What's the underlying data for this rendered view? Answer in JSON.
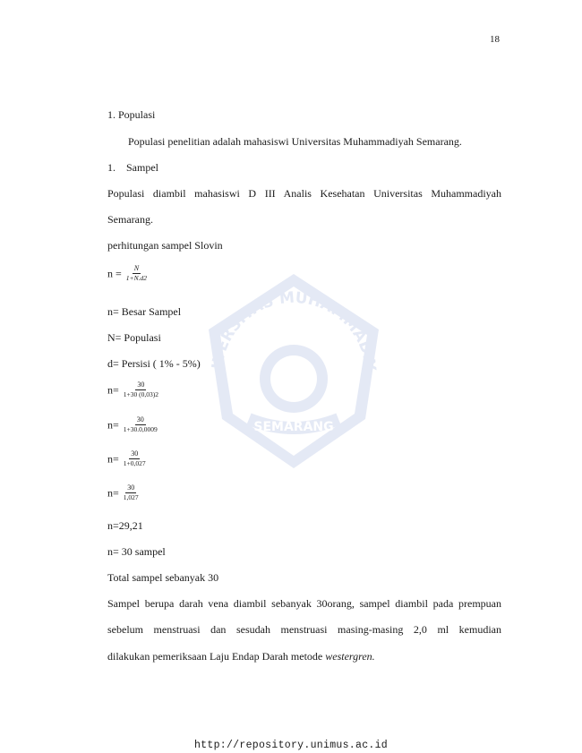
{
  "page_number": "18",
  "heading_populasi": "1. Populasi",
  "populasi_text": "Populasi penelitian adalah mahasiswi  Universitas Muhammadiyah Semarang.",
  "heading_sampel_num": "1.",
  "heading_sampel_label": "Sampel",
  "sampel_line1": "Populasi  diambil  mahasiswi  D  III  Analis  Kesehatan  Universitas  Muhammadiyah",
  "sampel_line2": "Semarang.",
  "slovin_title": "perhitungan sampel Slovin",
  "formula": {
    "prefix": "n =",
    "num": "N",
    "den": "1+N.d2"
  },
  "def_n": "n= Besar Sampel",
  "def_N": "N= Populasi",
  "def_d": "d= Persisi ( 1% - 5%)",
  "steps": [
    {
      "prefix": "n=",
      "num": "30",
      "den": "1+30 (0,03)2"
    },
    {
      "prefix": "n=",
      "num": "30",
      "den": "1+30.0,0009"
    },
    {
      "prefix": "n=",
      "num": "30",
      "den": "1+0,027"
    },
    {
      "prefix": "n=",
      "num": "30",
      "den": "1,027"
    }
  ],
  "result1": "n=29,21",
  "result2": "n= 30 sampel",
  "total": "Total sampel sebanyak 30",
  "para_line1": "Sampel berupa darah vena diambil sebanyak 30orang, sampel diambil pada prempuan",
  "para_line2": "sebelum  menstruasi  dan  sesudah  menstruasi   masing-masing  2,0  ml  kemudian",
  "para_line3_a": "dilakukan pemeriksaan Laju Endap Darah  metode ",
  "para_line3_em": "westergren.",
  "footer_url": "http://repository.unimus.ac.id",
  "watermark_top": "UNIVERSITAS MUHAMMADIYAH",
  "watermark_bottom": "SEMARANG"
}
